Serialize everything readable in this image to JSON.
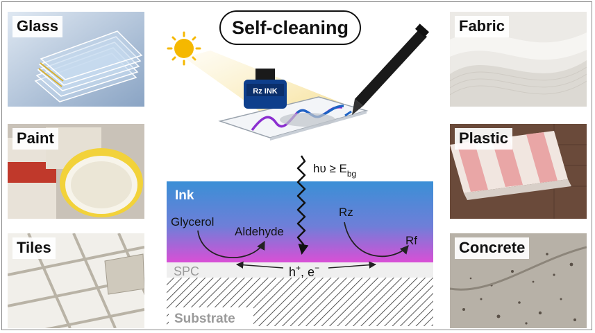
{
  "title": "Self-cleaning",
  "ink_bottle_label": "Rz INK",
  "materials": {
    "left": [
      {
        "label": "Glass"
      },
      {
        "label": "Paint"
      },
      {
        "label": "Tiles"
      }
    ],
    "right": [
      {
        "label": "Fabric"
      },
      {
        "label": "Plastic"
      },
      {
        "label": "Concrete"
      }
    ]
  },
  "light": {
    "prefix": "hυ ≥ E",
    "subscript": "bg"
  },
  "layers": {
    "ink": "Ink",
    "spc": "SPC",
    "substrate": "Substrate"
  },
  "reactions": {
    "glycerol": "Glycerol",
    "aldehyde": "Aldehyde",
    "rz": "Rz",
    "rf": "Rf"
  },
  "carriers": {
    "h": "h",
    "h_sup": "+",
    "sep": ", ",
    "e": "e",
    "e_sup": "−"
  },
  "colors": {
    "ink_top": "#3a8fd6",
    "ink_bottom": "#d94fd6",
    "spc": "#efefef",
    "substrate_hatch": "#555555",
    "arrow": "#222222"
  }
}
